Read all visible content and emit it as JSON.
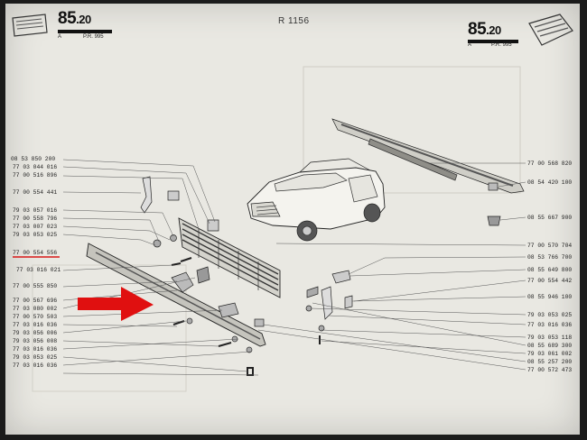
{
  "header": {
    "section_left_major": "85",
    "section_left_minor": ".20",
    "letter_left": "A",
    "pr_left": "P.R. 995",
    "reference": "R 1156",
    "section_right_major": "85",
    "section_right_minor": ".20",
    "letter_right": "A",
    "pr_right": "P.R. 995"
  },
  "parts_left": [
    "08 53 850 200",
    "77 03 044 016",
    "77 00 516 896",
    "77 00 554 441",
    "79 03 057 016",
    "77 00 558 796",
    "77 03 007 023",
    "79 03 053 025",
    "77 00 554 556",
    "77 03 016 021",
    "77 00 555 850",
    "77 00 567 696",
    "77 03 080 002",
    "77 00 570 503",
    "77 03 016 036",
    "79 03 056 006",
    "79 03 056 008",
    "77 03 016 036",
    "79 03 053 025",
    "77 03 016 036"
  ],
  "parts_right": [
    "77 00 568 820",
    "08 54 420 100",
    "08 55 667 900",
    "77 00 570 704",
    "08 53 766 700",
    "08 55 649 800",
    "77 00 554 442",
    "08 55 946 100",
    "79 03 053 025",
    "77 03 016 036",
    "79 03 053 118",
    "08 55 689 300",
    "79 03 061 002",
    "08 55 257 200",
    "77 00 572 473"
  ],
  "highlighted_part": "77 00 554 556",
  "colors": {
    "highlight_underline": "#d81818",
    "arrow": "#e01010",
    "paper": "#e9e8e2"
  },
  "icons": [
    "grille-thumbnail-icon",
    "red-arrow-icon"
  ]
}
